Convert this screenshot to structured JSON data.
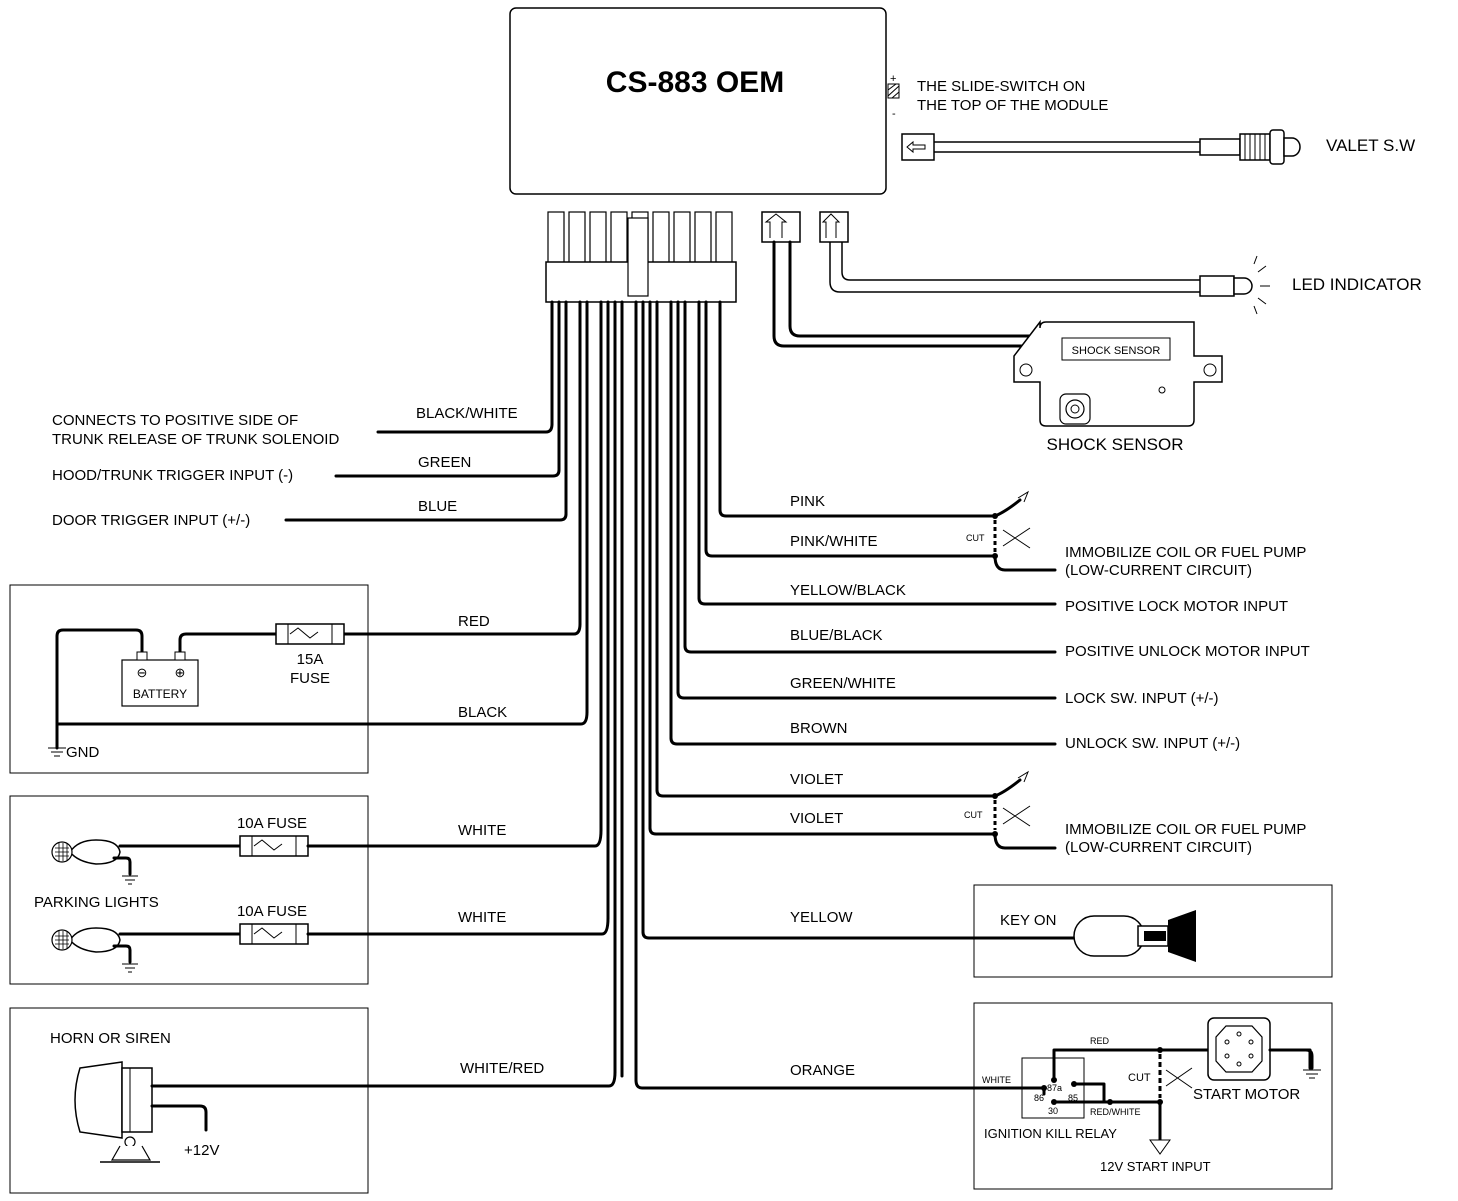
{
  "module": {
    "title": "CS-883 OEM",
    "switch_plus": "+",
    "switch_minus": "-",
    "switch_note_line1": "THE SLIDE-SWITCH ON",
    "switch_note_line2": "THE TOP OF THE MODULE"
  },
  "valet": {
    "label": "VALET S.W"
  },
  "led": {
    "label": "LED INDICATOR"
  },
  "shock": {
    "box_label": "SHOCK SENSOR",
    "label": "SHOCK SENSOR"
  },
  "left_wires": {
    "black_white": {
      "wire": "BLACK/WHITE",
      "desc_line1": "CONNECTS TO POSITIVE SIDE OF",
      "desc_line2": "TRUNK RELEASE OF TRUNK SOLENOID"
    },
    "green": {
      "wire": "GREEN",
      "desc": "HOOD/TRUNK TRIGGER INPUT (-)"
    },
    "blue": {
      "wire": "BLUE",
      "desc": "DOOR TRIGGER INPUT (+/-)"
    }
  },
  "power_box": {
    "red_wire": "RED",
    "black_wire": "BLACK",
    "fuse_line1": "15A",
    "fuse_line2": "FUSE",
    "battery": "BATTERY",
    "battery_neg": "⊖",
    "battery_pos": "⊕",
    "gnd": "GND"
  },
  "lights_box": {
    "fuse1": "10A FUSE",
    "fuse2": "10A FUSE",
    "wire1": "WHITE",
    "wire2": "WHITE",
    "label": "PARKING LIGHTS"
  },
  "horn_box": {
    "label": "HORN OR SIREN",
    "wire": "WHITE/RED",
    "supply": "+12V"
  },
  "right_wires": {
    "pink": "PINK",
    "pink_white": "PINK/WHITE",
    "cut1": "CUT",
    "immob1_line1": "IMMOBILIZE COIL OR FUEL PUMP",
    "immob1_line2": "(LOW-CURRENT CIRCUIT)",
    "yellow_black": "YELLOW/BLACK",
    "yellow_black_desc": "POSITIVE LOCK MOTOR INPUT",
    "blue_black": "BLUE/BLACK",
    "blue_black_desc": "POSITIVE UNLOCK MOTOR INPUT",
    "green_white": "GREEN/WHITE",
    "green_white_desc": "LOCK SW. INPUT (+/-)",
    "brown": "BROWN",
    "brown_desc": "UNLOCK SW. INPUT (+/-)",
    "violet1": "VIOLET",
    "violet2": "VIOLET",
    "cut2": "CUT",
    "immob2_line1": "IMMOBILIZE COIL OR FUEL PUMP",
    "immob2_line2": "(LOW-CURRENT CIRCUIT)",
    "yellow": "YELLOW",
    "orange": "ORANGE"
  },
  "key_box": {
    "label": "KEY ON"
  },
  "relay_box": {
    "white": "WHITE",
    "red": "RED",
    "cut": "CUT",
    "start_motor": "START MOTOR",
    "red_white": "RED/WHITE",
    "relay": "IGNITION KILL RELAY",
    "start_input": "12V START INPUT",
    "pin86": "86",
    "pin87a": "87a",
    "pin85": "85",
    "pin30": "30"
  }
}
